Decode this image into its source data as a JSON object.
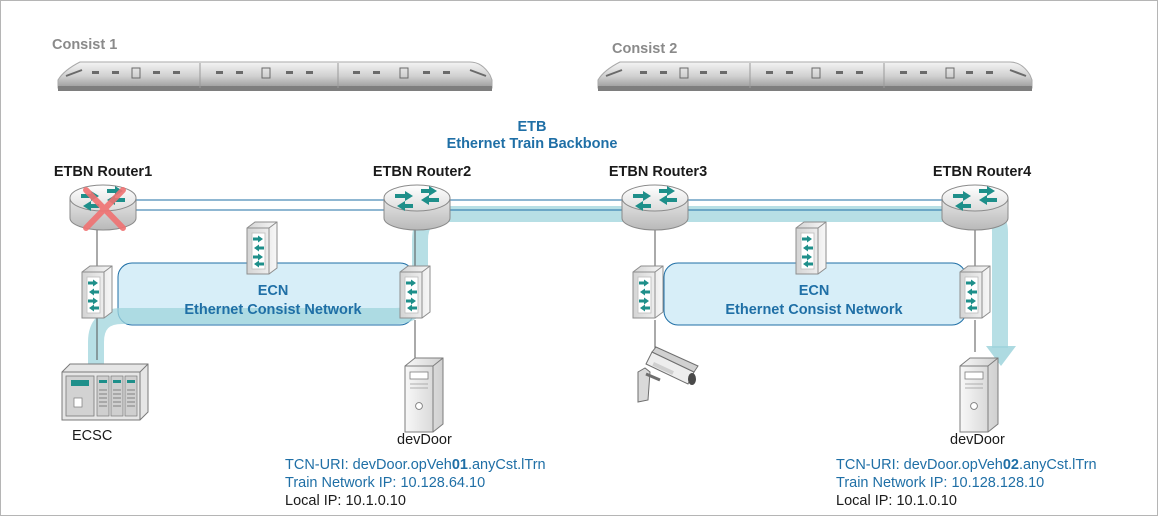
{
  "consists": [
    {
      "label": "Consist 1"
    },
    {
      "label": "Consist 2"
    }
  ],
  "backbone": {
    "short": "ETB",
    "long": "Ethernet Train Backbone"
  },
  "routers": [
    {
      "label": "ETBN Router1",
      "failed": true
    },
    {
      "label": "ETBN Router2",
      "failed": false
    },
    {
      "label": "ETBN Router3",
      "failed": false
    },
    {
      "label": "ETBN Router4",
      "failed": false
    }
  ],
  "consist_networks": [
    {
      "short": "ECN",
      "long": "Ethernet Consist Network"
    },
    {
      "short": "ECN",
      "long": "Ethernet Consist Network"
    }
  ],
  "end_devices": {
    "ecsc": "ECSC",
    "door1": "devDoor",
    "door2": "devDoor"
  },
  "device_info": [
    {
      "uri_prefix": "TCN-URI: devDoor.opVeh",
      "uri_bold": "01",
      "uri_suffix": ".anyCst.lTrn",
      "train_ip": "Train Network IP: 10.128.64.10",
      "local_ip": "Local IP: 10.1.0.10"
    },
    {
      "uri_prefix": "TCN-URI: devDoor.opVeh",
      "uri_bold": "02",
      "uri_suffix": ".anyCst.lTrn",
      "train_ip": "Train Network IP: 10.128.128.10",
      "local_ip": "Local IP: 10.1.0.10"
    }
  ],
  "colors": {
    "network_blue": "#1f6fa6",
    "teal": "#1e8f8a",
    "flow": "#9fd4dc",
    "ecn_fill": "#d7eef8",
    "failure": "#f07272"
  },
  "icons": [
    "train-icon",
    "router-icon",
    "switch-icon",
    "ecsc-controller-icon",
    "server-icon",
    "camera-icon",
    "failure-cross-icon",
    "flow-arrow-icon"
  ]
}
